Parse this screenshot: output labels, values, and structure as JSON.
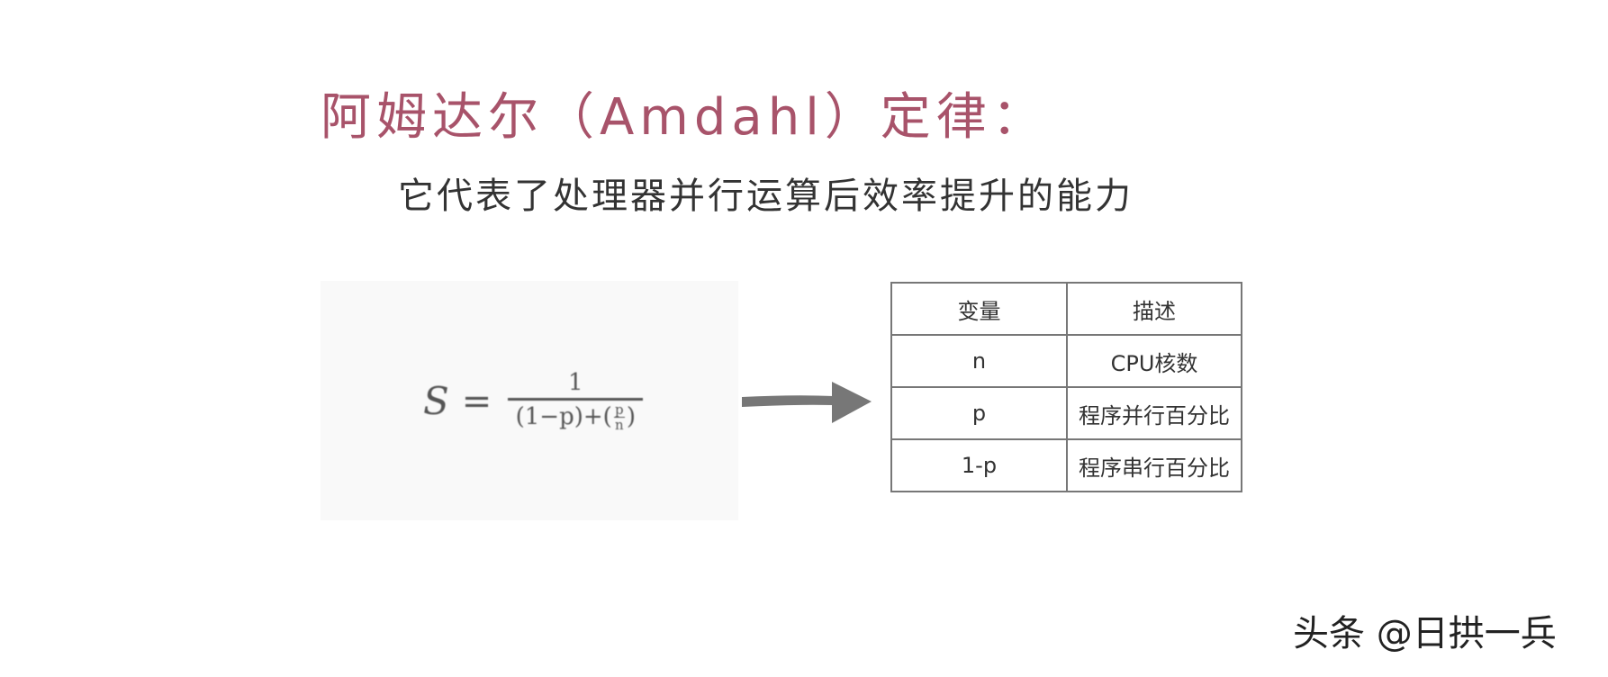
{
  "slide": {
    "title": "阿姆达尔（Amdahl）定律：",
    "subtitle": "它代表了处理器并行运算后效率提升的能力",
    "title_color": "#a8536a"
  },
  "formula": {
    "lhs": "S",
    "equals": "=",
    "numerator": "1",
    "denominator_part1": "(1−p)+(",
    "denominator_frac_num": "p",
    "denominator_frac_den": "n",
    "denominator_part2": ")"
  },
  "arrow": {
    "icon": "arrow-right-icon",
    "color": "#777777"
  },
  "table": {
    "headers": [
      "变量",
      "描述"
    ],
    "rows": [
      [
        "n",
        "CPU核数"
      ],
      [
        "p",
        "程序并行百分比"
      ],
      [
        "1-p",
        "程序串行百分比"
      ]
    ]
  },
  "watermark": "头条 @日拱一兵"
}
